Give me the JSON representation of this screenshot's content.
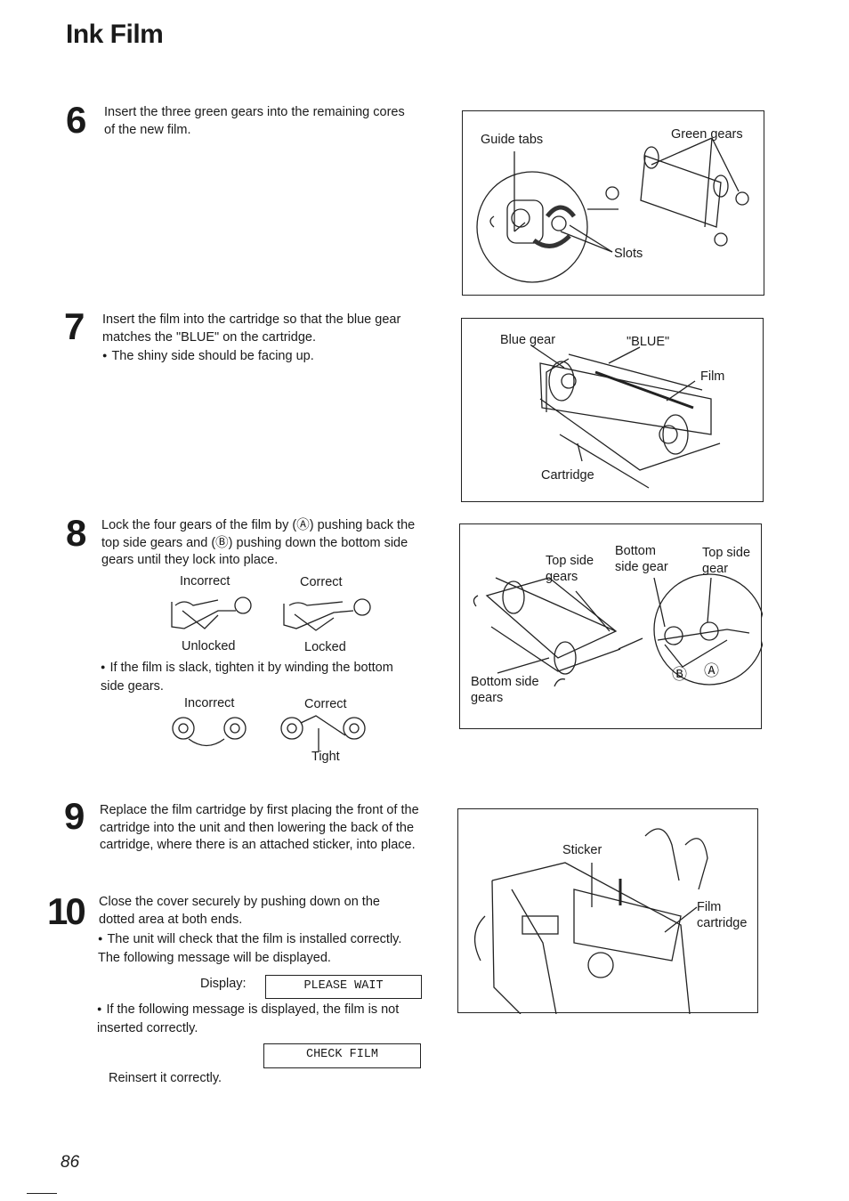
{
  "page": {
    "title": "Ink Film",
    "page_number": "86"
  },
  "steps": {
    "s6": {
      "number": "6",
      "text": "Insert the three green gears into the remaining cores of the new film.",
      "figure": {
        "guide_tabs": "Guide tabs",
        "green_gears": "Green gears",
        "slots": "Slots"
      }
    },
    "s7": {
      "number": "7",
      "text": "Insert the film into the cartridge so that the blue gear matches the \"BLUE\" on the cartridge.",
      "bullet": "The shiny side should be facing up.",
      "figure": {
        "blue_gear": "Blue gear",
        "blue": "\"BLUE\"",
        "film": "Film",
        "cartridge": "Cartridge"
      }
    },
    "s8": {
      "number": "8",
      "text": "Lock the four gears of the film by (Ⓐ) pushing back the top side gears and (Ⓑ) pushing down the bottom side gears until they lock into place.",
      "incorrect_1": "Incorrect",
      "correct_1": "Correct",
      "unlocked": "Unlocked",
      "locked": "Locked",
      "bullet": "If the film is slack, tighten it by winding the bottom side gears.",
      "incorrect_2": "Incorrect",
      "correct_2": "Correct",
      "tight": "Tight",
      "figure": {
        "top_side_gears": "Top side gears",
        "bottom_side_gear": "Bottom side gear",
        "top_side_gear": "Top side gear",
        "bottom_side_gears": "Bottom side gears",
        "mark_b": "Ⓑ",
        "mark_a": "Ⓐ"
      }
    },
    "s9": {
      "number": "9",
      "text": "Replace the film cartridge by first placing the front of the cartridge into the unit and then lowering the back of the cartridge, where there is an attached sticker, into place.",
      "figure": {
        "sticker": "Sticker",
        "film_cartridge": "Film cartridge"
      }
    },
    "s10": {
      "number": "10",
      "text": "Close the cover securely by pushing down on the dotted area at both ends.",
      "bullet1": "The unit will check that the film is installed correctly. The following message will be displayed.",
      "display_label": "Display:",
      "display_value": "PLEASE WAIT",
      "bullet2": "If the following message is displayed, the film is not inserted correctly.",
      "display_value_2": "CHECK FILM",
      "reinsert": "Reinsert it correctly."
    }
  }
}
